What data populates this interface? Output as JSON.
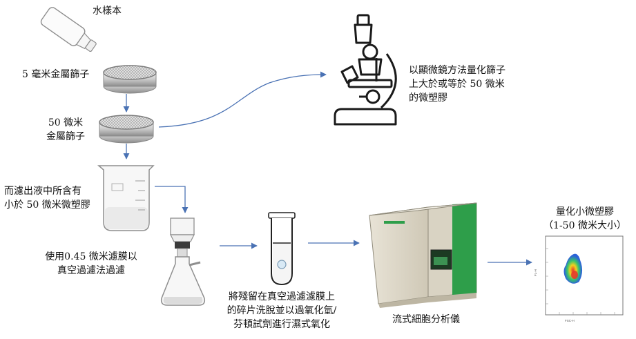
{
  "labels": {
    "water_sample": "水樣本",
    "sieve_5mm": "5 毫米金屬篩子",
    "sieve_50um_line1": "50 微米",
    "sieve_50um_line2": "金屬篩子",
    "filtrate_line1": "而濾出液中所含有",
    "filtrate_line2": "小於 50 微米微塑膠",
    "vacuum_line1": "使用0.45 微米濾膜以",
    "vacuum_line2": "真空過濾法過濾",
    "microscope_line1": "以顯微鏡方法量化篩子",
    "microscope_line2": "上大於或等於 50 微米",
    "microscope_line3": "的微塑膠",
    "digest_line1": "將殘留在真空過濾濾膜上",
    "digest_line2": "的碎片洗脫並以過氧化氫/",
    "digest_line3": "芬頓試劑進行濕式氧化",
    "flow_cytometer": "流式細胞分析儀",
    "quantify_line1": "量化小微塑膠",
    "quantify_line2": "（1-50 微米大小）"
  },
  "colors": {
    "arrow": "#4a72b4",
    "cytometer_green": "#2e9e4a",
    "heat_high": "#e63a2a",
    "heat_mid": "#f2d11f",
    "heat_low": "#2b62d9"
  }
}
